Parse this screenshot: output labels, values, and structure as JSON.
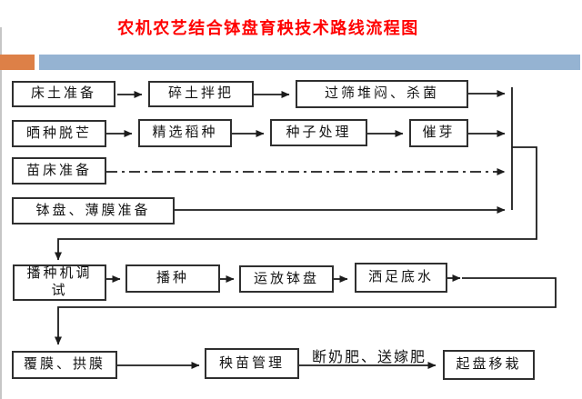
{
  "page": {
    "title": "农机农艺结合钵盘育秧技术路线流程图"
  },
  "colors": {
    "title_red": "#FF0000",
    "accent_orange": "#DD8047",
    "accent_blue": "#95B3D2",
    "box_border": "#2F2F2F",
    "connector": "#1C1C1C"
  },
  "chart_data": {
    "type": "flowchart",
    "title": "农机农艺结合钵盘育秧技术路线流程图",
    "rows": [
      [
        "床土准备",
        "碎土拌把",
        "过筛堆闷、杀菌"
      ],
      [
        "晒种脱芒",
        "精选稻种",
        "种子处理",
        "催芽"
      ],
      [
        "苗床准备"
      ],
      [
        "钵盘、薄膜准备"
      ],
      [
        "播种机调试",
        "播种",
        "运放钵盘",
        "洒足底水"
      ],
      [
        "覆膜、拱膜",
        "秧苗管理",
        "起盘移栽"
      ]
    ],
    "notes": "rows 1-4 feed a right-side collector line that loops down-left into 播种机调试; 洒足底水 loops down-left into 覆膜、拱膜; 苗床准备 connects with a dashed arrow"
  },
  "flowchart": {
    "nodes": [
      {
        "id": "bed-soil-prep",
        "label": "床土准备"
      },
      {
        "id": "soil-crush-mix",
        "label": "碎土拌把"
      },
      {
        "id": "sieve-pile-sterilize",
        "label": "过筛堆闷、杀菌"
      },
      {
        "id": "seed-sun-awn",
        "label": "晒种脱芒"
      },
      {
        "id": "seed-select",
        "label": "精选稻种"
      },
      {
        "id": "seed-treatment",
        "label": "种子处理"
      },
      {
        "id": "germination",
        "label": "催芽"
      },
      {
        "id": "seedbed-prep",
        "label": "苗床准备"
      },
      {
        "id": "tray-film-prep",
        "label": "钵盘、薄膜准备"
      },
      {
        "id": "seeder-debug",
        "label": "播种机调试"
      },
      {
        "id": "sowing",
        "label": "播种"
      },
      {
        "id": "tray-transport",
        "label": "运放钵盘"
      },
      {
        "id": "base-watering",
        "label": "洒足底水"
      },
      {
        "id": "film-arch-cover",
        "label": "覆膜、拱膜"
      },
      {
        "id": "seedling-manage",
        "label": "秧苗管理"
      },
      {
        "id": "tray-transplant",
        "label": "起盘移栽"
      }
    ],
    "edge_labels": [
      {
        "id": "weaning-fertilizer",
        "text": "断奶肥、送嫁肥"
      }
    ]
  }
}
